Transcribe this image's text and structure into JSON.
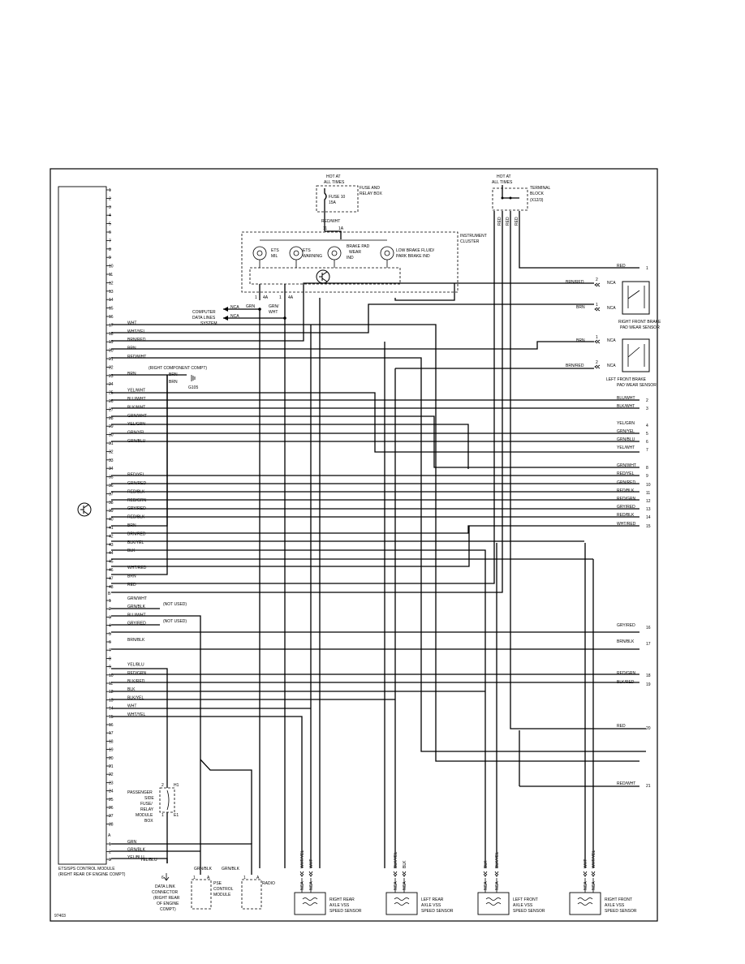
{
  "module": {
    "title": "ETS/SPS CONTROL MODULE",
    "subtitle": "(RIGHT REAR OF ENGINE COMPT)",
    "connector_a": "A",
    "connector_b": "B",
    "pins_a": [
      {
        "n": "1",
        "wire": ""
      },
      {
        "n": "2",
        "wire": ""
      },
      {
        "n": "3",
        "wire": ""
      },
      {
        "n": "4",
        "wire": ""
      },
      {
        "n": "5",
        "wire": ""
      },
      {
        "n": "6",
        "wire": ""
      },
      {
        "n": "7",
        "wire": ""
      },
      {
        "n": "8",
        "wire": ""
      },
      {
        "n": "9",
        "wire": ""
      },
      {
        "n": "10",
        "wire": ""
      },
      {
        "n": "11",
        "wire": ""
      },
      {
        "n": "12",
        "wire": ""
      },
      {
        "n": "13",
        "wire": ""
      },
      {
        "n": "14",
        "wire": ""
      },
      {
        "n": "15",
        "wire": ""
      },
      {
        "n": "16",
        "wire": ""
      },
      {
        "n": "17",
        "wire": "WHT"
      },
      {
        "n": "18",
        "wire": "WHT/YEL"
      },
      {
        "n": "19",
        "wire": "BRN/RED"
      },
      {
        "n": "20",
        "wire": "BRN"
      },
      {
        "n": "21",
        "wire": "RED/WHT"
      },
      {
        "n": "22",
        "wire": ""
      },
      {
        "n": "23",
        "wire": "BRN"
      },
      {
        "n": "24",
        "wire": ""
      },
      {
        "n": "25",
        "wire": "YEL/WHT"
      },
      {
        "n": "26",
        "wire": "BLU/WHT"
      },
      {
        "n": "27",
        "wire": "BLK/WHT"
      },
      {
        "n": "28",
        "wire": "GRN/WHT"
      },
      {
        "n": "29",
        "wire": "YEL/GRN"
      },
      {
        "n": "30",
        "wire": "GRN/YEL"
      },
      {
        "n": "31",
        "wire": "GRN/BLU"
      },
      {
        "n": "32",
        "wire": ""
      },
      {
        "n": "33",
        "wire": ""
      },
      {
        "n": "34",
        "wire": ""
      },
      {
        "n": "35",
        "wire": "RED/YEL"
      },
      {
        "n": "36",
        "wire": "GRN/RED"
      },
      {
        "n": "37",
        "wire": "RED/BLK"
      },
      {
        "n": "38",
        "wire": "RED/GRN"
      },
      {
        "n": "39",
        "wire": "GRY/RED"
      },
      {
        "n": "40",
        "wire": "RED/BLK"
      },
      {
        "n": "41",
        "wire": "BRN"
      },
      {
        "n": "42",
        "wire": "BRN/RED"
      },
      {
        "n": "43",
        "wire": "BLK/YEL"
      },
      {
        "n": "44",
        "wire": "BLK"
      },
      {
        "n": "45",
        "wire": ""
      },
      {
        "n": "46",
        "wire": "WHT/RED"
      },
      {
        "n": "47",
        "wire": "BRN"
      },
      {
        "n": "48",
        "wire": "RED"
      }
    ],
    "pins_b": [
      {
        "n": "1",
        "wire": "GRN/WHT"
      },
      {
        "n": "2",
        "wire": "GRN/BLK"
      },
      {
        "n": "3",
        "wire": "BLU/WHT"
      },
      {
        "n": "4",
        "wire": "GRY/RED"
      },
      {
        "n": "5",
        "wire": ""
      },
      {
        "n": "6",
        "wire": "BRN/BLK"
      },
      {
        "n": "7",
        "wire": ""
      },
      {
        "n": "8",
        "wire": ""
      },
      {
        "n": "9",
        "wire": "YEL/BLU"
      },
      {
        "n": "10",
        "wire": "RED/GRN"
      },
      {
        "n": "11",
        "wire": "BLK/RED"
      },
      {
        "n": "12",
        "wire": "BLK"
      },
      {
        "n": "13",
        "wire": "BLK/YEL"
      },
      {
        "n": "14",
        "wire": "WHT"
      },
      {
        "n": "15",
        "wire": "WHT/YEL"
      },
      {
        "n": "16",
        "wire": ""
      },
      {
        "n": "17",
        "wire": ""
      },
      {
        "n": "18",
        "wire": ""
      },
      {
        "n": "19",
        "wire": ""
      },
      {
        "n": "20",
        "wire": ""
      },
      {
        "n": "21",
        "wire": ""
      },
      {
        "n": "22",
        "wire": ""
      },
      {
        "n": "23",
        "wire": ""
      },
      {
        "n": "24",
        "wire": ""
      },
      {
        "n": "25",
        "wire": ""
      },
      {
        "n": "26",
        "wire": ""
      },
      {
        "n": "27",
        "wire": ""
      },
      {
        "n": "28",
        "wire": ""
      }
    ],
    "pins_c": [
      {
        "n": "1",
        "wire": "GRN"
      },
      {
        "n": "2",
        "wire": "GRN/BLK"
      },
      {
        "n": "3",
        "wire": "YEL/BLU"
      }
    ]
  },
  "top": {
    "hot1": "HOT AT",
    "hot2": "ALL TIMES",
    "fuse_box": "FUSE AND",
    "fuse_box2": "RELAY BOX",
    "fuse": "FUSE 10",
    "fuse_amp": "15A",
    "fuse_wire": "RED/WHT",
    "fuse_pin": "11",
    "fuse_pin2": "1A",
    "term_hot1": "HOT AT",
    "term_hot2": "ALL TIMES",
    "term_block1": "TERMINAL",
    "term_block2": "BLOCK",
    "term_block3": "(X12/3)",
    "term_wire": "RED"
  },
  "cluster": {
    "name1": "INSTRUMENT",
    "name2": "CLUSTER",
    "lamps": [
      {
        "l1": "ETS",
        "l2": "MIL",
        "l3": ""
      },
      {
        "l1": "ETS",
        "l2": "WARNING",
        "l3": ""
      },
      {
        "l1": "BRAKE PAD",
        "l2": "WEAR",
        "l3": "IND"
      },
      {
        "l1": "LOW BRAKE FLUID/",
        "l2": "PARK BRAKE IND",
        "l3": ""
      }
    ],
    "pin_left": "1",
    "pin_left_conn": "4A",
    "pin_right": "1",
    "pin_right_conn": "4A",
    "wire_left": "GRN",
    "wire_right1": "GRN/",
    "wire_right2": "WHT",
    "computer1": "COMPUTER",
    "computer2": "DATA LINES",
    "computer3": "SYSTEM",
    "nca": "NCA"
  },
  "ground": {
    "note": "(RIGHT COMPONENT COMPT)",
    "wire1": "BRN",
    "wire2": "BRN",
    "id": "G105"
  },
  "sensors_right": {
    "rf_brake_name1": "RIGHT FRONT BRAKE",
    "rf_brake_name2": "PAD WEAR SENSOR",
    "lf_brake_name1": "LEFT FRONT BRAKE",
    "lf_brake_name2": "PAD WEAR SENSOR",
    "nca": "NCA",
    "w_brnred": "BRN/RED",
    "w_brn": "BRN",
    "p1": "1",
    "p2": "2"
  },
  "right_labels": [
    {
      "wire": "RED",
      "n": "1"
    },
    {
      "wire": "BLU/WHT",
      "n": "2"
    },
    {
      "wire": "BLK/WHT",
      "n": "3"
    },
    {
      "wire": "YEL/GRN",
      "n": "4"
    },
    {
      "wire": "GRN/YEL",
      "n": "5"
    },
    {
      "wire": "GRN/BLU",
      "n": "6"
    },
    {
      "wire": "YEL/WHT",
      "n": "7"
    },
    {
      "wire": "GRN/WHT",
      "n": "8"
    },
    {
      "wire": "RED/YEL",
      "n": "9"
    },
    {
      "wire": "GRN/RED",
      "n": "10"
    },
    {
      "wire": "RED/BLK",
      "n": "11"
    },
    {
      "wire": "RED/GRN",
      "n": "12"
    },
    {
      "wire": "GRY/RED",
      "n": "13"
    },
    {
      "wire": "RED/BLK",
      "n": "14"
    },
    {
      "wire": "WHT/RED",
      "n": "15"
    },
    {
      "wire": "GRY/RED",
      "n": "16"
    },
    {
      "wire": "BRN/BLK",
      "n": "17"
    },
    {
      "wire": "RED/GRN",
      "n": "18"
    },
    {
      "wire": "BLK/RED",
      "n": "19"
    },
    {
      "wire": "RED",
      "n": "20"
    },
    {
      "wire": "RED/WHT",
      "n": "21"
    }
  ],
  "not_used": "(NOT USED)",
  "relay": {
    "l1": "PASSENGER",
    "l2": "SIDE",
    "l3": "FUSE/",
    "l4": "RELAY",
    "l5": "MODULE",
    "l6": "BOX",
    "pin_top": "2",
    "pin_bot": "1",
    "conn_top": "H1",
    "conn_bot": "E1"
  },
  "bottom": {
    "dlc1": "DATA LINK",
    "dlc2": "CONNECTOR",
    "dlc3": "(RIGHT REAR",
    "dlc4": "OF ENGINE",
    "dlc5": "COMPT)",
    "dlc_pin": "6",
    "pse1": "PSE",
    "pse2": "CONTROL",
    "pse3": "MODULE",
    "pse_pin": "1",
    "pse_conn": "A",
    "pse_wire": "GRN/BLK",
    "radio": "RADIO",
    "radio_pin": "1",
    "radio_conn": "A",
    "radio_wire": "GRN/BLK",
    "yelblu": "YEL/BLU",
    "figure_id": "97403"
  },
  "speed_sensors": [
    {
      "name1": "RIGHT REAR",
      "name2": "AXLE VSS",
      "name3": "SPEED SENSOR",
      "w1": "WHT/YEL",
      "w2": "WHT",
      "nca": "NCA"
    },
    {
      "name1": "LEFT REAR",
      "name2": "AXLE VSS",
      "name3": "SPEED SENSOR",
      "w1": "BLK/YEL",
      "w2": "BLK",
      "nca": "NCA"
    },
    {
      "name1": "LEFT FRONT",
      "name2": "AXLE VSS",
      "name3": "SPEED SENSOR",
      "w1": "BLK",
      "w2": "BLK/YEL",
      "nca": "NCA"
    },
    {
      "name1": "RIGHT FRONT",
      "name2": "AXLE VSS",
      "name3": "SPEED SENSOR",
      "w1": "WHT",
      "w2": "WHT/YEL",
      "nca": "NCA"
    }
  ]
}
